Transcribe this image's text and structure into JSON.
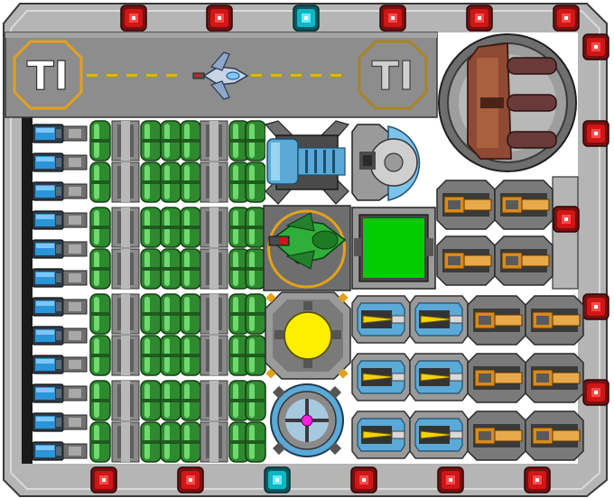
{
  "scene": {
    "kind": "spaceship-builder-grid",
    "palette": {
      "hull": "#b5b5b5",
      "hull_dark": "#6e6e6e",
      "hull_light": "#d6d6d6",
      "bay_floor": "#8d8d8d",
      "landing_line": "#e8b20e",
      "emblem_gold": "#e3a21a",
      "socket_red": "#cc1111",
      "socket_cyan": "#10b6c4",
      "battery_blue": "#2a95d8",
      "tank_green": "#3aa83a",
      "screen_green": "#00cc00",
      "reactor_yellow": "#ffee00",
      "core_magenta": "#ff22dd",
      "laser_yellow": "#f2d20a",
      "cannon_orange": "#d88a1c",
      "shield_blue": "#5aa9d6",
      "piston_brown": "#8e4a34"
    }
  },
  "hangar": {
    "emblem_left": "TI",
    "emblem_right": "TI",
    "docked_ship": "fighter-ship"
  },
  "hull": {
    "top_sockets": [
      "red",
      "red",
      "cyan",
      "red",
      "red",
      "red"
    ],
    "bottom_sockets": [
      "red",
      "red",
      "cyan",
      "red",
      "red",
      "red"
    ],
    "right_sockets": [
      "red",
      "red",
      "red",
      "red",
      "red"
    ]
  },
  "modules": {
    "batteries": 12,
    "fuel_tank_rows": 4,
    "engine": "thruster-icon",
    "cockpit": "cockpit-icon",
    "command_pod": "command-pod-icon",
    "screen": "green-screen-icon",
    "reactor": "reactor-icon",
    "core": "warp-core-icon",
    "turret": "turret-icon",
    "laser_weapons": 6,
    "cannon_weapons": 10
  }
}
